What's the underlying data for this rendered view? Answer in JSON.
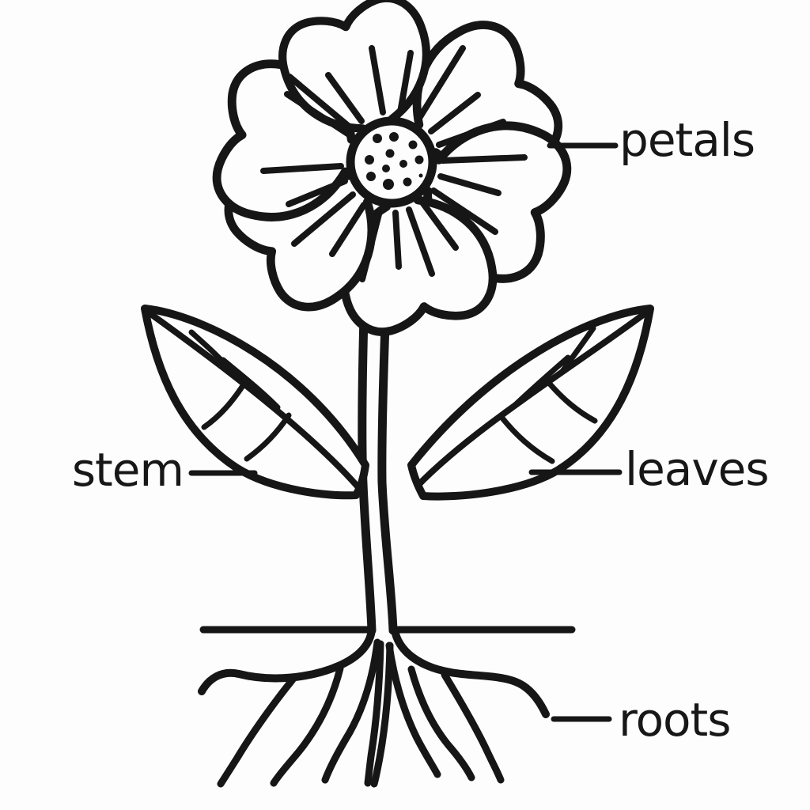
{
  "diagram": {
    "subject": "flower-parts-line-drawing",
    "labels": {
      "petals": "petals",
      "stem": "stem",
      "leaves": "leaves",
      "roots": "roots"
    },
    "colors": {
      "ink": "#161616",
      "background": "#fdfdfd"
    }
  }
}
